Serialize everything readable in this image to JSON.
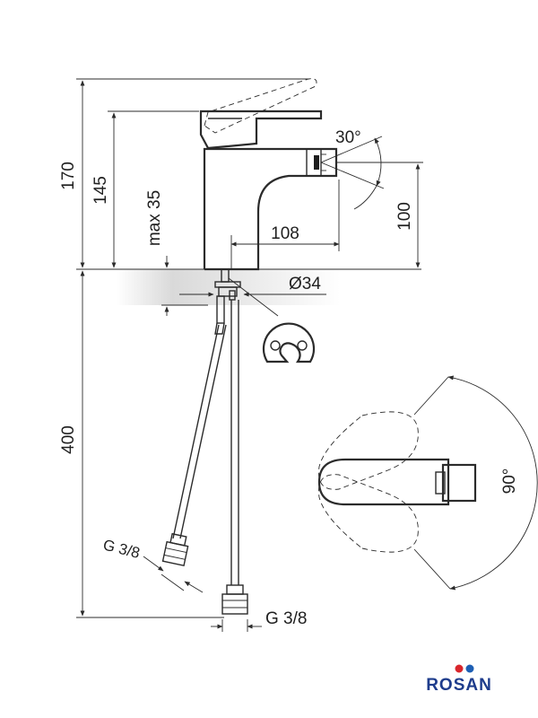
{
  "dimensions": {
    "total_height": "170",
    "spout_height": "145",
    "deck_thickness": "max 35",
    "angle_nozzle": "30°",
    "spout_reach": "108",
    "nozzle_height": "100",
    "hole_diameter": "Ø34",
    "hose_length": "400",
    "connection_left": "G 3/8",
    "connection_right": "G 3/8",
    "handle_rotation": "90°"
  },
  "brand": {
    "name": "ROSAN",
    "colors": {
      "text": "#1e3c8c",
      "dot_red": "#d9262c",
      "dot_blue": "#1e5fb4"
    }
  }
}
